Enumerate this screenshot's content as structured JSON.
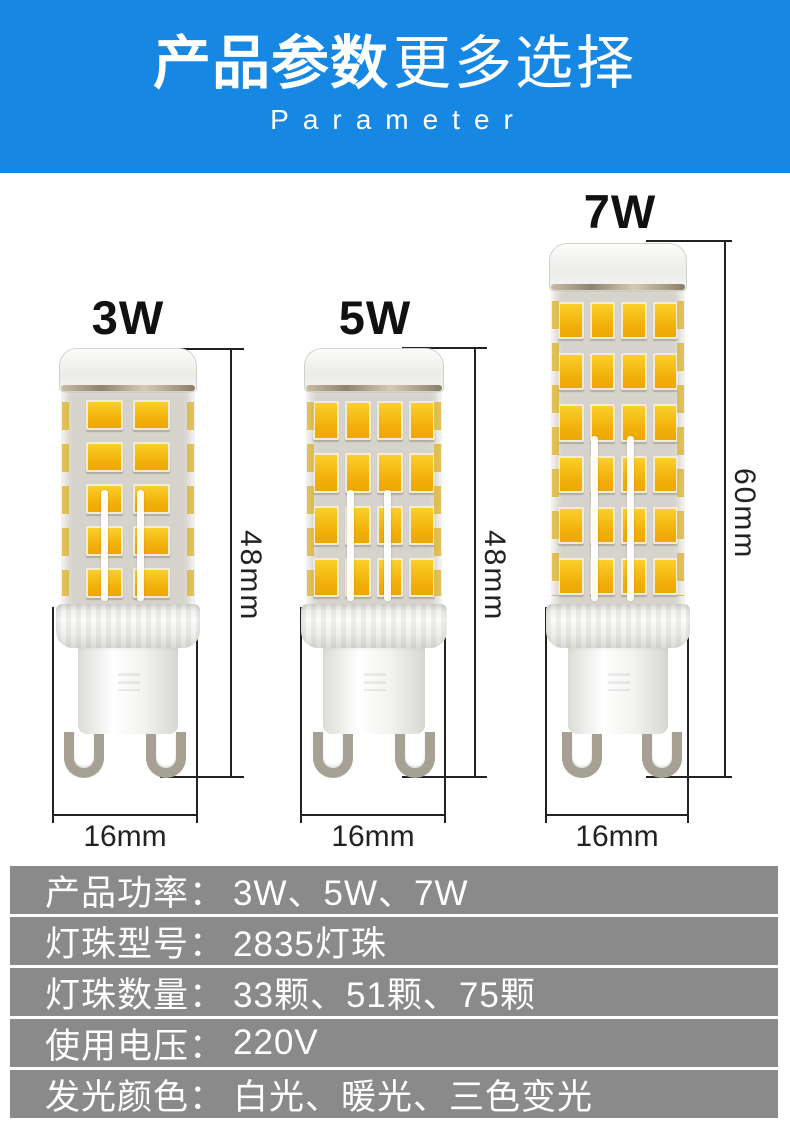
{
  "banner": {
    "title_main": "产品参数",
    "title_sub": "更多选择",
    "subtitle_en": "Parameter"
  },
  "bulbs": [
    {
      "power": "3W",
      "height": "48mm",
      "width": "16mm"
    },
    {
      "power": "5W",
      "height": "48mm",
      "width": "16mm"
    },
    {
      "power": "7W",
      "height": "60mm",
      "width": "16mm"
    }
  ],
  "spec_table": {
    "separator": "：",
    "rows": [
      {
        "label": "产品功率",
        "value": "3W、5W、7W"
      },
      {
        "label": "灯珠型号",
        "value": "2835灯珠"
      },
      {
        "label": "灯珠数量",
        "value": "33颗、51颗、75颗"
      },
      {
        "label": "使用电压",
        "value": "220V"
      },
      {
        "label": "发光颜色",
        "value": "白光、暖光、三色变光"
      }
    ]
  },
  "colors": {
    "banner_blue": "#1687e3",
    "table_gray": "#8a8a8a",
    "led_yellow": "#f2ae08",
    "dimension_line": "#222222"
  }
}
